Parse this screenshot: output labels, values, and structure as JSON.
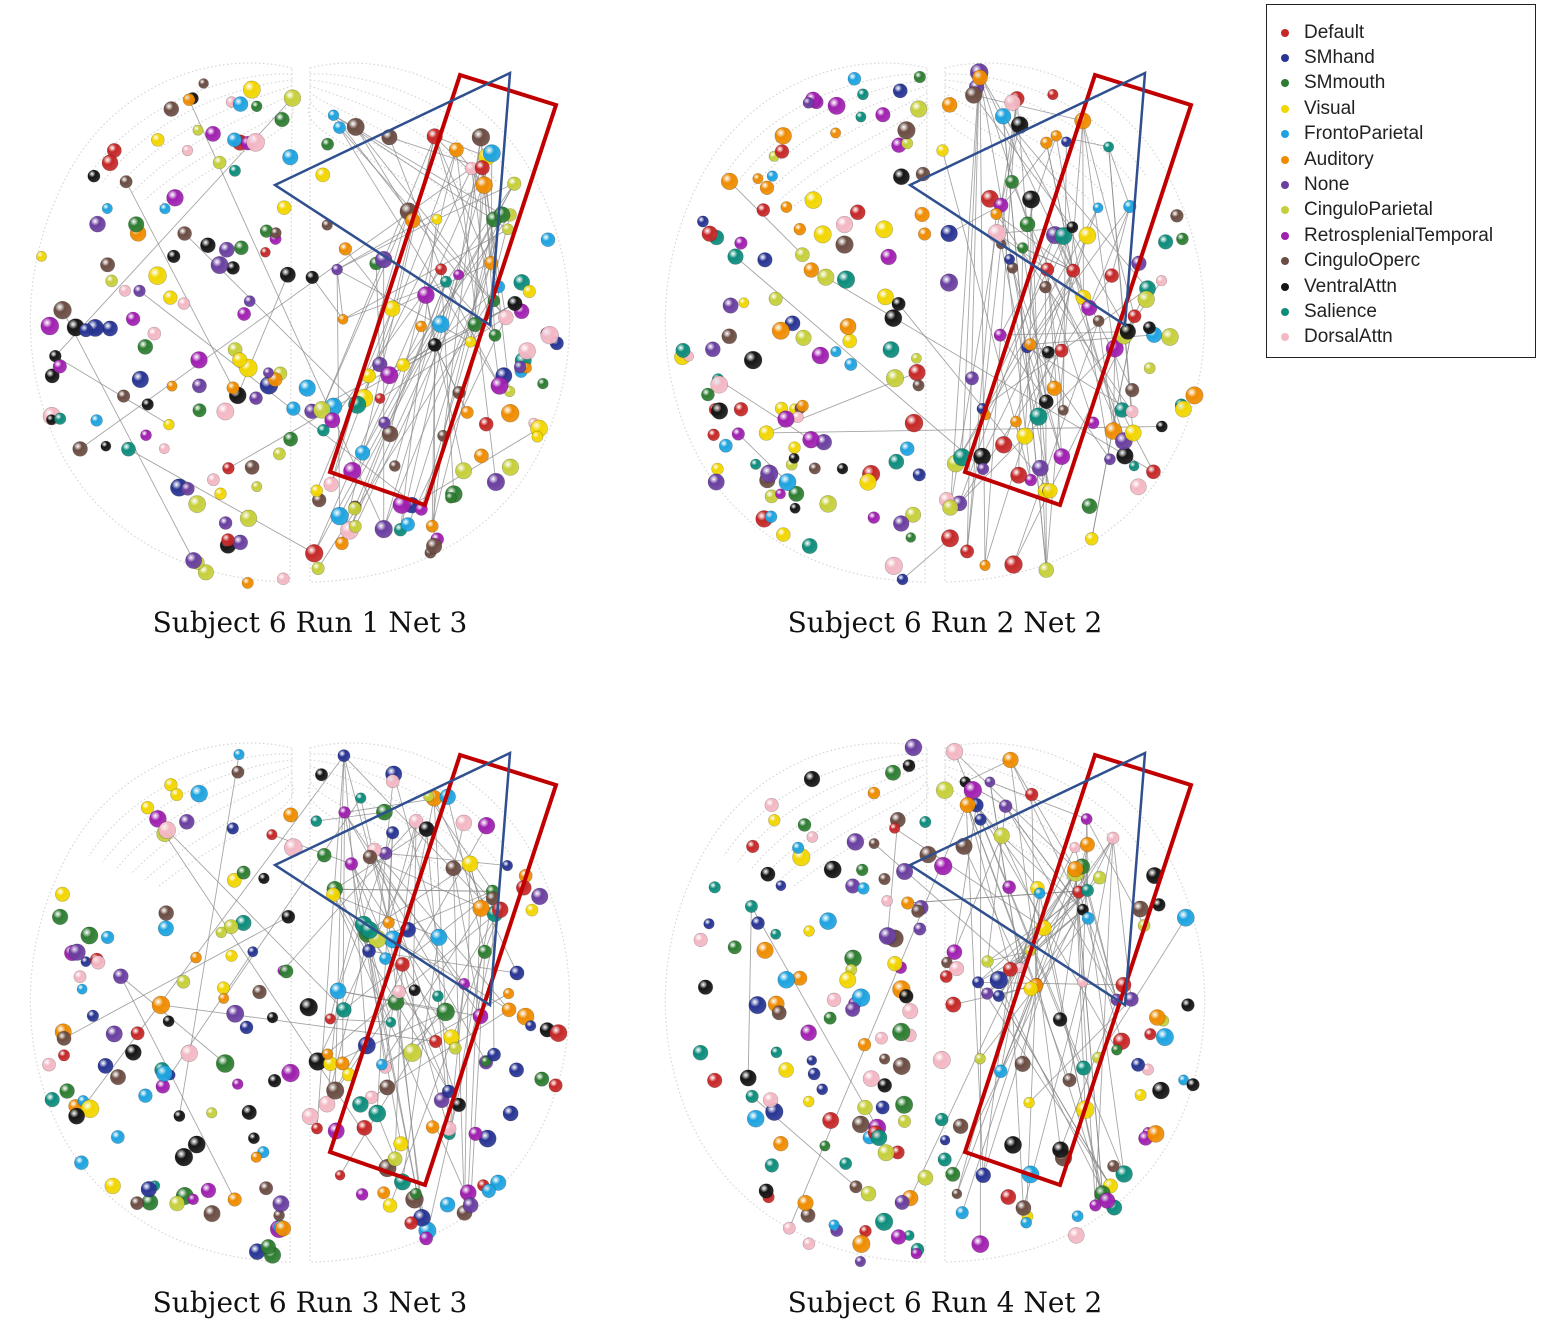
{
  "panels": [
    {
      "id": "p1",
      "caption": "Subject 6 Run 1 Net 3",
      "seed": 11
    },
    {
      "id": "p2",
      "caption": "Subject 6 Run 2 Net 2",
      "seed": 23
    },
    {
      "id": "p3",
      "caption": "Subject 6 Run 3 Net 3",
      "seed": 37
    },
    {
      "id": "p4",
      "caption": "Subject 6 Run 4 Net 2",
      "seed": 51
    }
  ],
  "legend": [
    {
      "label": "Default",
      "color": "#c62828"
    },
    {
      "label": "SMhand",
      "color": "#283593"
    },
    {
      "label": "SMmouth",
      "color": "#2e7d32"
    },
    {
      "label": "Visual",
      "color": "#f2d600"
    },
    {
      "label": "FrontoParietal",
      "color": "#1ea3e0"
    },
    {
      "label": "Auditory",
      "color": "#ef8c00"
    },
    {
      "label": "None",
      "color": "#6a3fa0"
    },
    {
      "label": "CinguloParietal",
      "color": "#c6cf3a"
    },
    {
      "label": "RetrosplenialTemporal",
      "color": "#a020b0"
    },
    {
      "label": "CinguloOperc",
      "color": "#6b4d43"
    },
    {
      "label": "VentralAttn",
      "color": "#151515"
    },
    {
      "label": "Salience",
      "color": "#0d8c7c"
    },
    {
      "label": "DorsalAttn",
      "color": "#f3b8c4"
    }
  ],
  "colors": {
    "rectangle": "#c00000",
    "triangle": "#2f4f8f",
    "edge": "#888888",
    "brain": "#d6d6d6"
  }
}
